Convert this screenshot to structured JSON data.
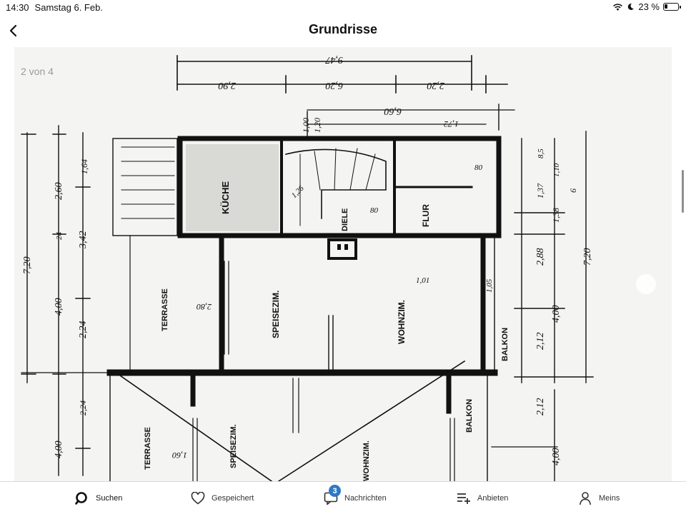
{
  "status_bar": {
    "time": "14:30",
    "date": "Samstag 6. Feb.",
    "battery": "23 %",
    "battery_level": 0.23
  },
  "header": {
    "title": "Grundrisse"
  },
  "viewer": {
    "page_counter": "2 von 4",
    "plan": {
      "labels": {
        "kueche": "KÜCHE",
        "diele": "DIELE",
        "flur": "FLUR",
        "terrasse": "TERRASSE",
        "speisezim": "SPEISEZIM.",
        "wohnzim": "WOHNZIM.",
        "balkon": "BALKON",
        "wohnzim_lower": "WOHNZIM."
      },
      "dims": {
        "d1": "9,47",
        "d2": "2,90",
        "d3": "6,20",
        "d4": "2,20",
        "d5": "6,60",
        "d6": "1,72",
        "d7": "1,00",
        "d8": "1,20",
        "d9": "1,64",
        "d10": "2,60",
        "d11": "7,20",
        "d12": "3,42",
        "d13": "4,00",
        "d14": "2,24",
        "d15": "24",
        "d16": "8,5",
        "d17": "1,10",
        "d18": "1,37",
        "d19": "1,38",
        "d20": "6",
        "d21": "2,88",
        "d22": "7,20",
        "d23": "4,00",
        "d24": "2,12",
        "d25": "2,12",
        "d26": "4,00",
        "d27": "2,24",
        "d28": "4,00",
        "d29": "1,01",
        "d30": "2,80",
        "d31": "1,60",
        "d32": "80",
        "d33": "1,26",
        "d34": "80",
        "d35": "1,05"
      }
    }
  },
  "tab_bar": {
    "tabs": [
      {
        "label": "Suchen",
        "icon": "search-icon",
        "active": true
      },
      {
        "label": "Gespeichert",
        "icon": "heart-icon",
        "active": false
      },
      {
        "label": "Nachrichten",
        "icon": "chat-bubble-icon",
        "active": false,
        "badge": "3"
      },
      {
        "label": "Anbieten",
        "icon": "add-list-icon",
        "active": false
      },
      {
        "label": "Meins",
        "icon": "person-icon",
        "active": false
      }
    ]
  },
  "colors": {
    "accent": "#2e79c4",
    "ink": "#111111",
    "paper": "#f4f4f2"
  }
}
